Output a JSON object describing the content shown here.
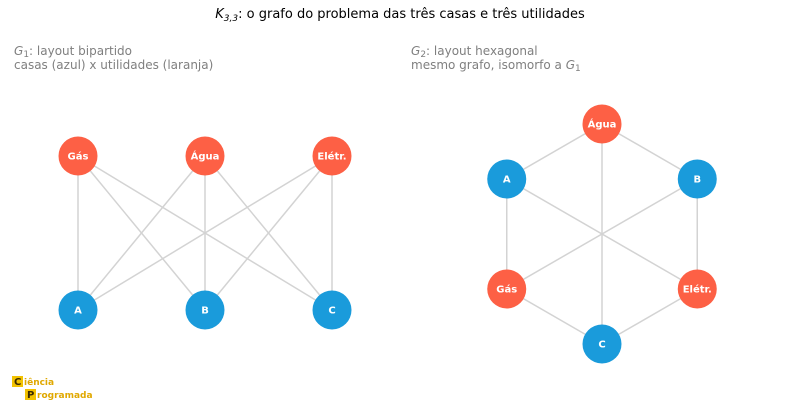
{
  "title": {
    "main": "K",
    "sub": "3,3",
    "rest": ": o grafo do problema das três casas e três utilidades"
  },
  "colors": {
    "house": "#1a9bdb",
    "utility": "#fd6045",
    "edge": "#d3d3d3"
  },
  "g1": {
    "caption_symbol": "G",
    "caption_index": "1",
    "caption_line1_rest": ": layout bipartido",
    "caption_line2": "casas (azul) x utilidades (laranja)",
    "nodes": [
      {
        "id": "gas",
        "label": "Gás",
        "kind": "utility"
      },
      {
        "id": "agua",
        "label": "Água",
        "kind": "utility"
      },
      {
        "id": "eletr",
        "label": "Elétr.",
        "kind": "utility"
      },
      {
        "id": "A",
        "label": "A",
        "kind": "house"
      },
      {
        "id": "B",
        "label": "B",
        "kind": "house"
      },
      {
        "id": "C",
        "label": "C",
        "kind": "house"
      }
    ]
  },
  "g2": {
    "caption_symbol": "G",
    "caption_index": "2",
    "caption_line1_rest": ": layout hexagonal",
    "caption_line2_text": "mesmo grafo, isomorfo a ",
    "caption_line2_symbol": "G",
    "caption_line2_index": "1",
    "nodes": [
      {
        "id": "agua",
        "label": "Água",
        "kind": "utility"
      },
      {
        "id": "B",
        "label": "B",
        "kind": "house"
      },
      {
        "id": "eletr",
        "label": "Elétr.",
        "kind": "utility"
      },
      {
        "id": "C",
        "label": "C",
        "kind": "house"
      },
      {
        "id": "gas",
        "label": "Gás",
        "kind": "utility"
      },
      {
        "id": "A",
        "label": "A",
        "kind": "house"
      }
    ]
  },
  "edges": [
    [
      "gas",
      "A"
    ],
    [
      "gas",
      "B"
    ],
    [
      "gas",
      "C"
    ],
    [
      "agua",
      "A"
    ],
    [
      "agua",
      "B"
    ],
    [
      "agua",
      "C"
    ],
    [
      "eletr",
      "A"
    ],
    [
      "eletr",
      "B"
    ],
    [
      "eletr",
      "C"
    ]
  ],
  "logo": {
    "letter1": "C",
    "line1": "iência",
    "letter2": "P",
    "line2": "rogramada"
  }
}
